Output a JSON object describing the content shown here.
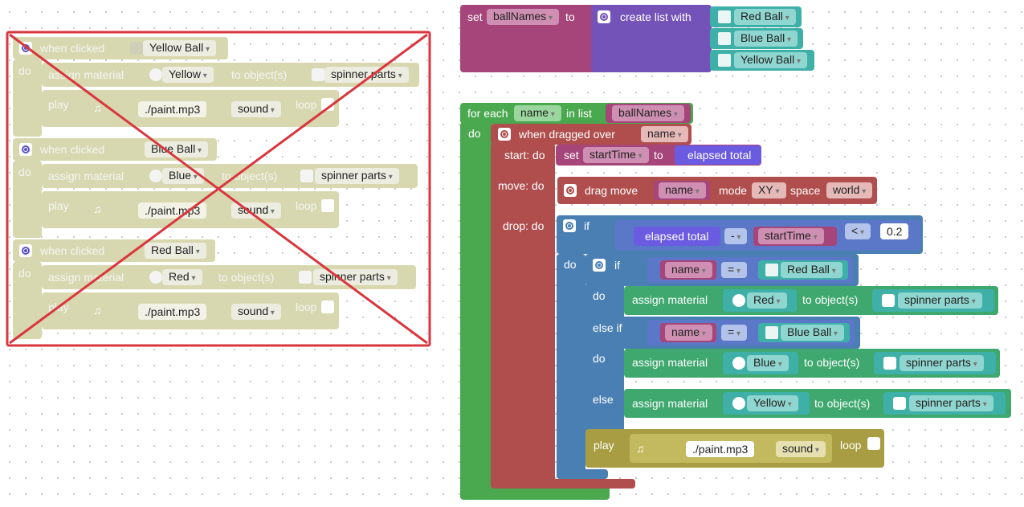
{
  "disabled_group": {
    "events": [
      {
        "header": "when clicked",
        "object": "Yellow Ball",
        "do": "do",
        "assign": "assign material",
        "material": "Yellow",
        "to_objects": "to object(s)",
        "target": "spinner parts",
        "play": "play",
        "file": "./paint.mp3",
        "kind": "sound",
        "loop": "loop"
      },
      {
        "header": "when clicked",
        "object": "Blue Ball",
        "do": "do",
        "assign": "assign material",
        "material": "Blue",
        "to_objects": "to object(s)",
        "target": "spinner parts",
        "play": "play",
        "file": "./paint.mp3",
        "kind": "sound",
        "loop": "loop"
      },
      {
        "header": "when clicked",
        "object": "Red Ball",
        "do": "do",
        "assign": "assign material",
        "material": "Red",
        "to_objects": "to object(s)",
        "target": "spinner parts",
        "play": "play",
        "file": "./paint.mp3",
        "kind": "sound",
        "loop": "loop"
      }
    ]
  },
  "setlist": {
    "set": "set",
    "var": "ballNames",
    "to": "to",
    "create": "create list with",
    "items": [
      "Red Ball",
      "Blue Ball",
      "Yellow Ball"
    ]
  },
  "loop": {
    "for_each": "for each",
    "item": "name",
    "in_list": "in list",
    "list": "ballNames",
    "do": "do",
    "dragged": "when dragged over",
    "dragged_var": "name",
    "start": "start: do",
    "set": "set",
    "start_var": "startTime",
    "to": "to",
    "elapsed": "elapsed total",
    "move": "move: do",
    "drag_move": "drag move",
    "drag_var": "name",
    "mode": "mode",
    "mode_val": "XY",
    "space": "space",
    "space_val": "world",
    "drop": "drop: do",
    "if": "if",
    "elapsed2": "elapsed total",
    "minus": "-",
    "start_var2": "startTime",
    "lt": "<",
    "threshold": "0.2",
    "if2": "if",
    "else_if": "else if",
    "else": "else",
    "name1": "name",
    "eq": "=",
    "ball1": "Red Ball",
    "name2": "name",
    "ball2": "Blue Ball",
    "assign": "assign material",
    "to_objects": "to object(s)",
    "target": "spinner parts",
    "mat1": "Red",
    "mat2": "Blue",
    "mat3": "Yellow",
    "play": "play",
    "file": "./paint.mp3",
    "kind": "sound",
    "loop_label": "loop"
  },
  "colors": {
    "faded_block": "#e0e0b8",
    "cross": "#d9363e",
    "variable": "#a5457a",
    "list": "#7453b8",
    "object": "#3fb0a8",
    "loop_green": "#4aa84f",
    "event_red": "#b04e4e",
    "if_blue": "#4a7fb3",
    "green_assign": "#3ea86e",
    "sound_olive": "#a89d42",
    "math_blue": "#5b78c8",
    "time_purple": "#6a5be0"
  }
}
